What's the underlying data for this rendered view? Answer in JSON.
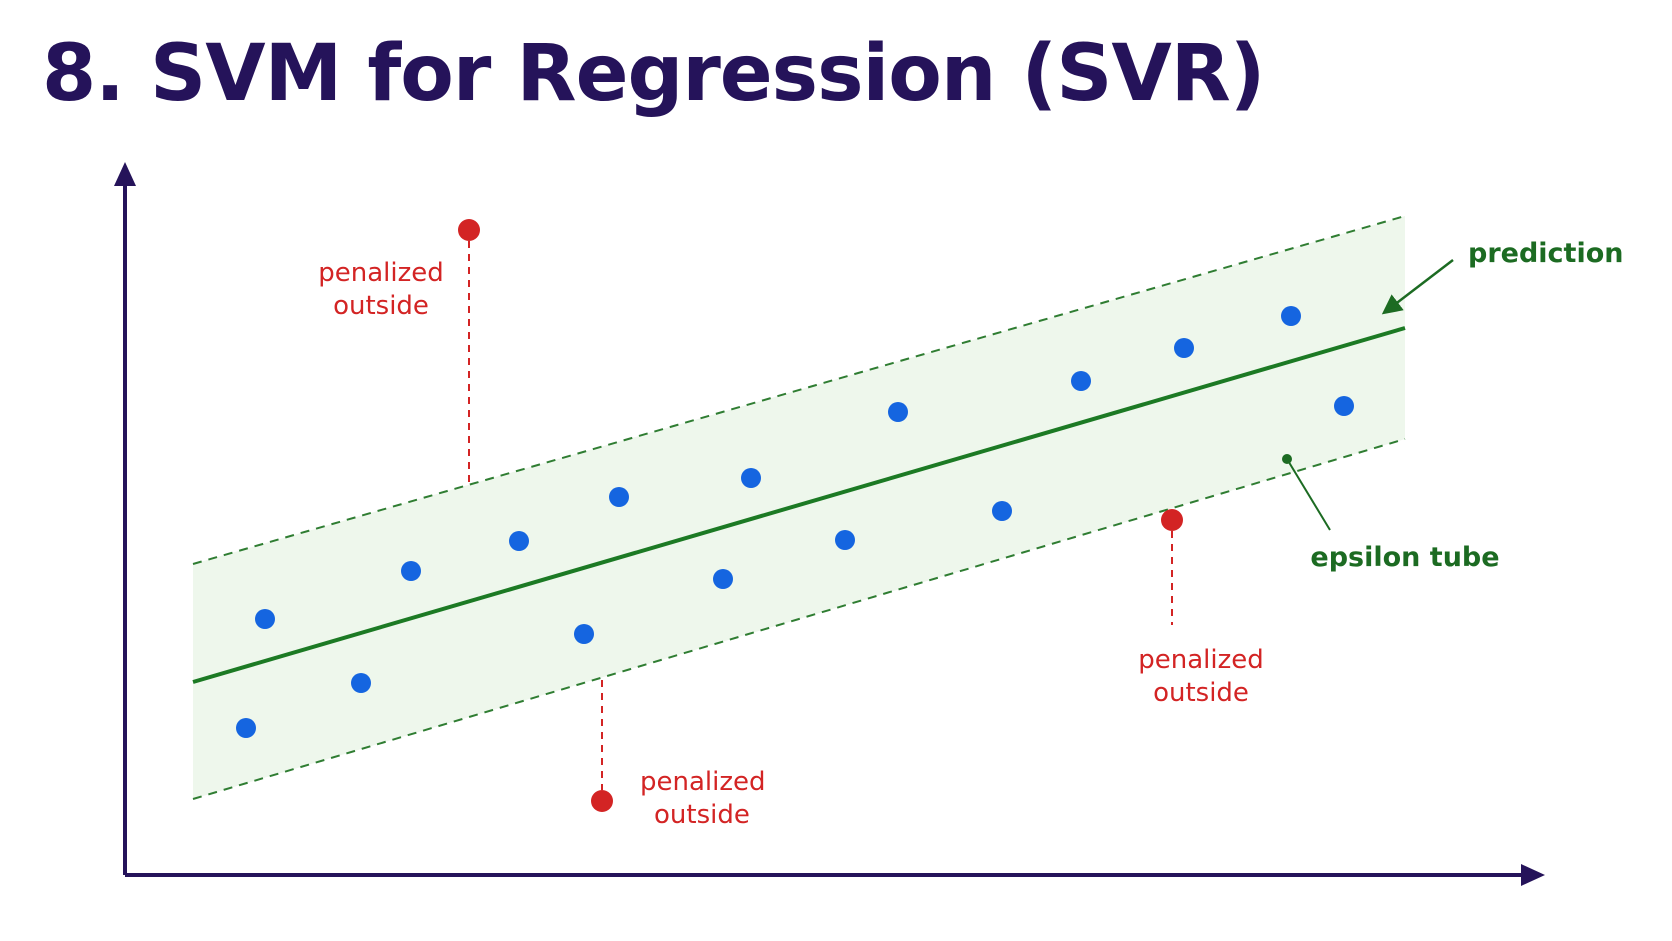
{
  "title": "8. SVM for Regression (SVR)",
  "colors": {
    "title": "#25135a",
    "axis": "#25135a",
    "prediction_line": "#1c7a24",
    "tube_fill": "#eef7ec",
    "tube_border": "#2f7d32",
    "inlier_point": "#1565e0",
    "outlier_point": "#d32424",
    "outlier_label": "#d32424",
    "annotation_green": "#1c6b22"
  },
  "labels": {
    "prediction": "prediction",
    "epsilon_tube": "epsilon tube",
    "outliers": [
      {
        "line1": "penalized",
        "line2": "outside"
      },
      {
        "line1": "penalized",
        "line2": "outside"
      },
      {
        "line1": "penalized",
        "line2": "outside"
      }
    ]
  }
}
